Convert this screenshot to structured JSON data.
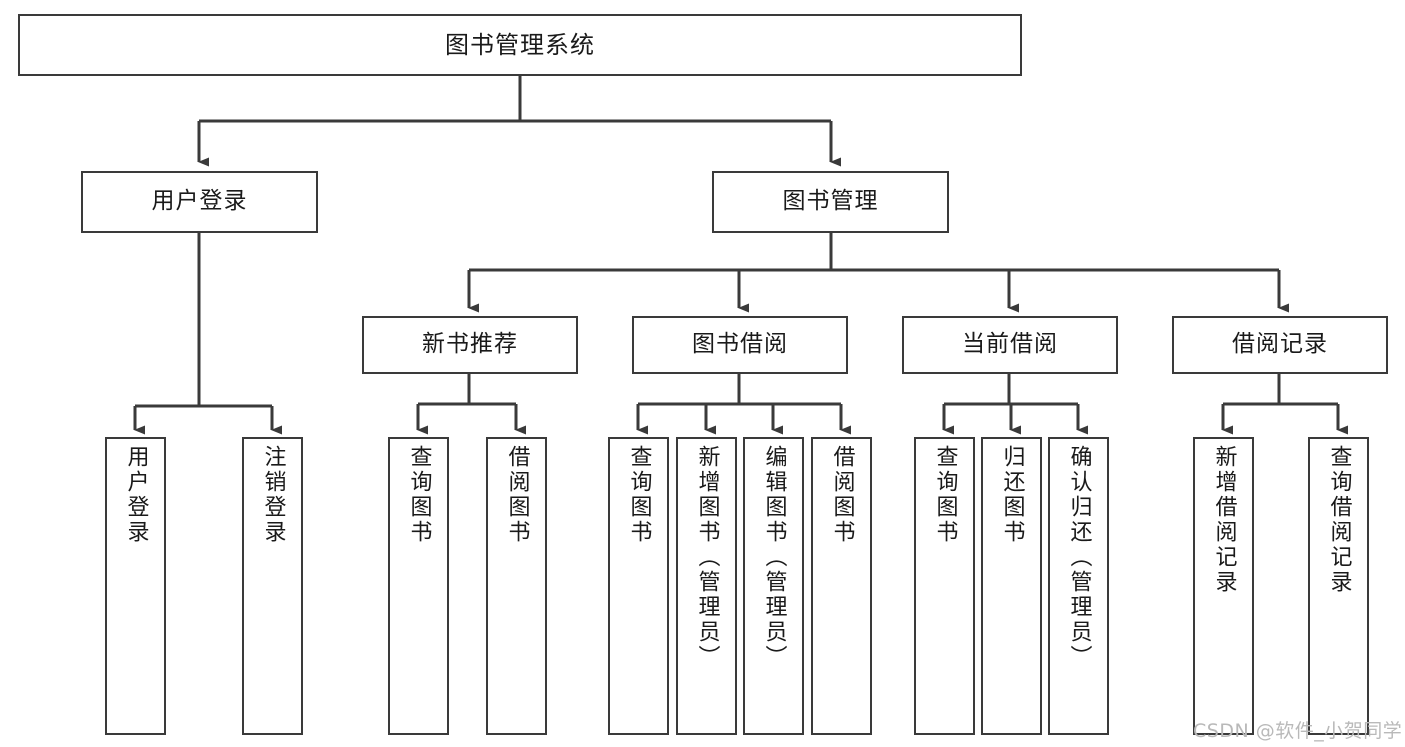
{
  "diagram": {
    "title": "图书管理系统",
    "type": "hierarchy-tree",
    "orientation": "top-down",
    "line_color": "#3a3a3a",
    "box_fill": "#ffffff",
    "text_color": "#1a1a1a",
    "watermark": "CSDN @软件_小贺同学"
  },
  "nodes": {
    "root": {
      "label": "图书管理系统",
      "level": 1
    },
    "level2": [
      {
        "id": "user-login",
        "label": "用户登录"
      },
      {
        "id": "book-management",
        "label": "图书管理"
      }
    ],
    "level3": [
      {
        "id": "new-book-recommend",
        "label": "新书推荐",
        "parent": "book-management"
      },
      {
        "id": "book-borrow",
        "label": "图书借阅",
        "parent": "book-management"
      },
      {
        "id": "current-borrow",
        "label": "当前借阅",
        "parent": "book-management"
      },
      {
        "id": "borrow-record",
        "label": "借阅记录",
        "parent": "book-management"
      }
    ],
    "leaves": {
      "user_login": [
        {
          "id": "leaf-user-login",
          "label": "用户登录"
        },
        {
          "id": "leaf-logout-login",
          "label": "注销登录"
        }
      ],
      "new_book_recommend": [
        {
          "id": "leaf-query-book-1",
          "label": "查询图书"
        },
        {
          "id": "leaf-borrow-book-1",
          "label": "借阅图书"
        }
      ],
      "book_borrow": [
        {
          "id": "leaf-query-book-2",
          "label": "查询图书"
        },
        {
          "id": "leaf-add-book",
          "label": "新增图书（管理员）"
        },
        {
          "id": "leaf-edit-book",
          "label": "编辑图书（管理员）"
        },
        {
          "id": "leaf-borrow-book-2",
          "label": "借阅图书"
        }
      ],
      "current_borrow": [
        {
          "id": "leaf-query-book-3",
          "label": "查询图书"
        },
        {
          "id": "leaf-return-book",
          "label": "归还图书"
        },
        {
          "id": "leaf-confirm-return",
          "label": "确认归还（管理员）"
        }
      ],
      "borrow_record": [
        {
          "id": "leaf-add-record",
          "label": "新增借阅记录"
        },
        {
          "id": "leaf-query-record",
          "label": "查询借阅记录"
        }
      ]
    }
  }
}
